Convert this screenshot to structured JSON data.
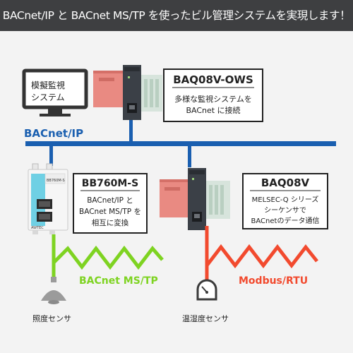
{
  "header": {
    "title": "BACnet/IP と BACnet MS/TP を使ったビル管理システムを実現します！"
  },
  "monitor": {
    "label_line1": "模擬監視",
    "label_line2": "システム"
  },
  "ows": {
    "title": "BAQ08V-OWS",
    "desc_line1": "多様な監視システムを",
    "desc_line2": "BACnet に接続"
  },
  "network": {
    "bacnet_ip": "BACnet/IP",
    "bacnet_mstp": "BACnet MS/TP",
    "modbus": "Modbus/RTU"
  },
  "bb760": {
    "title": "BB760M-S",
    "desc_line1": "BACnet/IP と",
    "desc_line2": "BACnet MS/TP を",
    "desc_line3": "相互に変換",
    "device_text": "BB760M-S",
    "brand": "AWTEC"
  },
  "baq08v": {
    "title": "BAQ08V",
    "desc_line1": "MELSEC-Q シリーズ",
    "desc_line2": "シーケンサで",
    "desc_line3": "BACnetのデータ通信"
  },
  "sensors": {
    "illuminance": "照度センサ",
    "temp_humidity": "温湿度センサ"
  },
  "colors": {
    "header_bg": "#3e3f41",
    "bus_blue": "#1a5fb0",
    "mstp_green": "#7ed321",
    "modbus_red": "#f24a2e",
    "text_dark": "#222222"
  }
}
